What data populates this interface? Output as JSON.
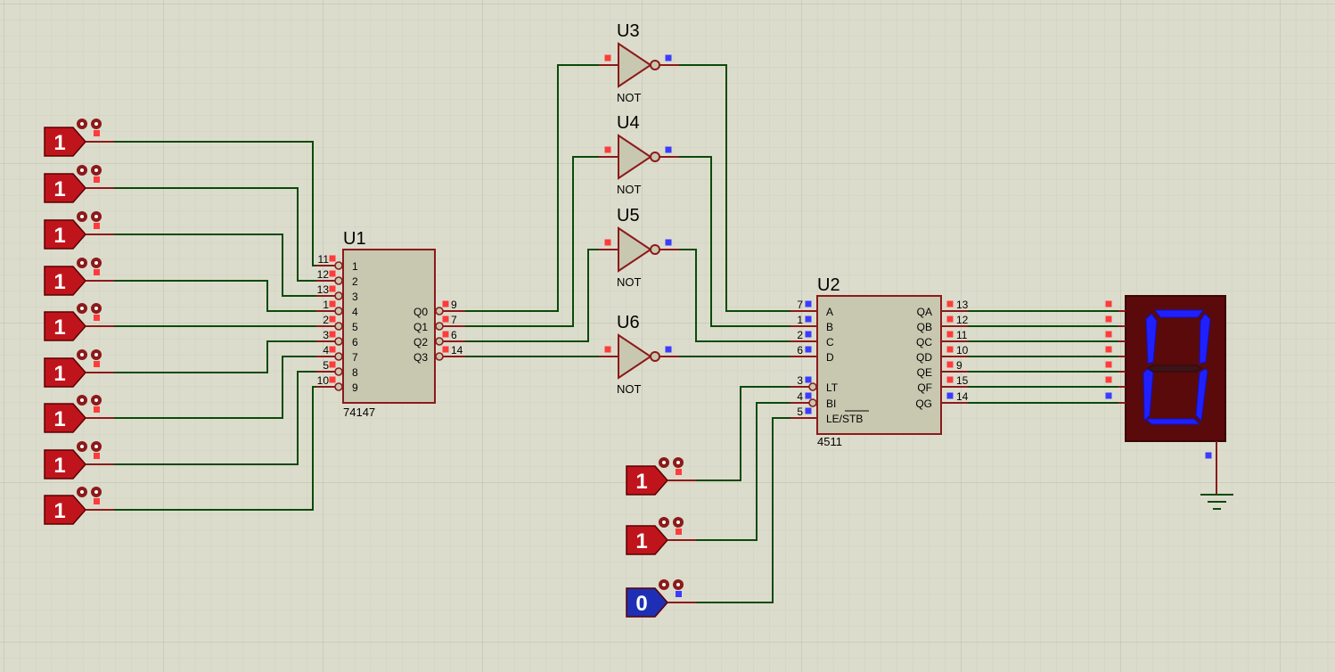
{
  "colors": {
    "background": "#dcdccc",
    "grid_minor": "#cfcfbf",
    "grid_major": "#bdbdad",
    "wire": "#0a4a0a",
    "component_body": "#c8c8b0",
    "component_border": "#8b1a1a",
    "logic_high": "#c0141c",
    "logic_low": "#1f2fb5",
    "pin_high": "#ff3b3b",
    "pin_low": "#3b3bff",
    "display_case": "#5a0a0a",
    "segment_on": "#2020ff",
    "segment_off": "#3c1418"
  },
  "u1": {
    "ref": "U1",
    "part": "74147",
    "inputs": [
      {
        "num": "11",
        "name": "1"
      },
      {
        "num": "12",
        "name": "2"
      },
      {
        "num": "13",
        "name": "3"
      },
      {
        "num": "1",
        "name": "4"
      },
      {
        "num": "2",
        "name": "5"
      },
      {
        "num": "3",
        "name": "6"
      },
      {
        "num": "4",
        "name": "7"
      },
      {
        "num": "5",
        "name": "8"
      },
      {
        "num": "10",
        "name": "9"
      }
    ],
    "outputs": [
      {
        "num": "9",
        "name": "Q0"
      },
      {
        "num": "7",
        "name": "Q1"
      },
      {
        "num": "6",
        "name": "Q2"
      },
      {
        "num": "14",
        "name": "Q3"
      }
    ]
  },
  "gates": [
    {
      "ref": "U3",
      "type": "NOT"
    },
    {
      "ref": "U4",
      "type": "NOT"
    },
    {
      "ref": "U5",
      "type": "NOT"
    },
    {
      "ref": "U6",
      "type": "NOT"
    }
  ],
  "u2": {
    "ref": "U2",
    "part": "4511",
    "inputs": [
      {
        "num": "7",
        "name": "A"
      },
      {
        "num": "1",
        "name": "B"
      },
      {
        "num": "2",
        "name": "C"
      },
      {
        "num": "6",
        "name": "D"
      },
      {
        "num": "3",
        "name": "LT"
      },
      {
        "num": "4",
        "name": "BI"
      },
      {
        "num": "5",
        "name": "LE/STB"
      }
    ],
    "outputs": [
      {
        "num": "13",
        "name": "QA"
      },
      {
        "num": "12",
        "name": "QB"
      },
      {
        "num": "11",
        "name": "QC"
      },
      {
        "num": "10",
        "name": "QD"
      },
      {
        "num": "9",
        "name": "QE"
      },
      {
        "num": "15",
        "name": "QF"
      },
      {
        "num": "14",
        "name": "QG"
      }
    ]
  },
  "logic_states_left": [
    "1",
    "1",
    "1",
    "1",
    "1",
    "1",
    "1",
    "1",
    "1"
  ],
  "logic_states_bottom": [
    "1",
    "1",
    "0"
  ],
  "display": {
    "shown_digit": "0"
  }
}
